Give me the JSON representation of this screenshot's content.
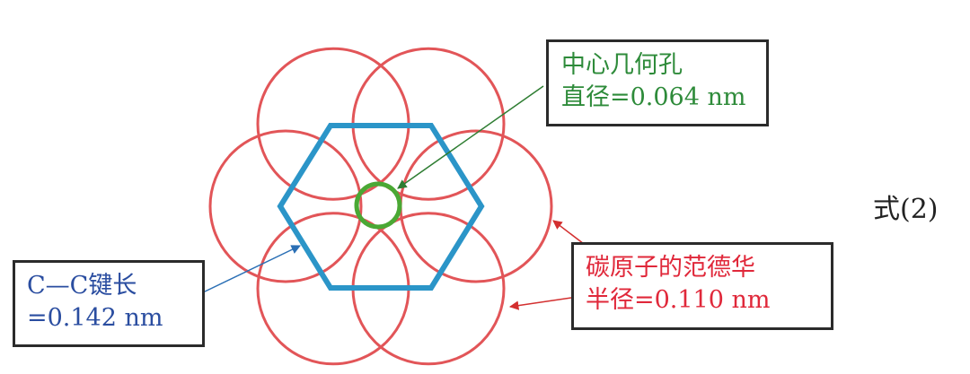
{
  "diagram": {
    "atom_count": 6,
    "center_hole_label": {
      "line1": "中心几何孔",
      "line2": "直径=0.064 nm"
    },
    "bond_length_label": {
      "line1": "C—C键长",
      "line2": "=0.142  nm"
    },
    "vdw_radius_label": {
      "line1": "碳原子的范德华",
      "line2": "半径=0.110 nm"
    },
    "formula_label": "式(2)"
  },
  "colors": {
    "atom_circle": "#e25558",
    "hexagon": "#2b95c8",
    "center_hole": "#4aa834",
    "center_label_text": "#2e8b3a",
    "bond_label_text": "#2a4da0",
    "vdw_label_text": "#e0283a",
    "box_border": "#2b2b2b",
    "center_arrow": "#2e7d32",
    "bond_arrow": "#2a6fb5",
    "vdw_arrow": "#d32f2f"
  }
}
